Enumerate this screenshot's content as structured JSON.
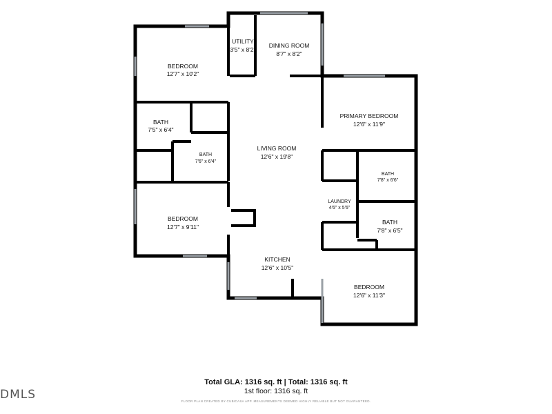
{
  "rooms": {
    "utility": {
      "name": "UTILITY",
      "dim": "3'5\" x 8'2\""
    },
    "dining_room": {
      "name": "DINING ROOM",
      "dim": "8'7\" x 8'2\""
    },
    "bedroom_1": {
      "name": "BEDROOM",
      "dim": "12'7\" x 10'2\""
    },
    "bath_1": {
      "name": "BATH",
      "dim": "7'5\" x 6'4\""
    },
    "bath_2": {
      "name": "BATH",
      "dim": "7'6\" x 6'4\""
    },
    "living_room": {
      "name": "LIVING ROOM",
      "dim": "12'6\" x 19'8\""
    },
    "primary_bedroom": {
      "name": "PRIMARY BEDROOM",
      "dim": "12'6\" x 11'9\""
    },
    "bath_3": {
      "name": "BATH",
      "dim": "7'8\" x 6'6\""
    },
    "laundry": {
      "name": "LAUNDRY",
      "dim": "4'6\" x 5'6\""
    },
    "bath_4": {
      "name": "BATH",
      "dim": "7'8\" x 6'5\""
    },
    "bedroom_2": {
      "name": "BEDROOM",
      "dim": "12'7\" x 9'11\""
    },
    "kitchen": {
      "name": "KITCHEN",
      "dim": "12'6\" x 10'5\""
    },
    "bedroom_3": {
      "name": "BEDROOM",
      "dim": "12'6\" x 11'3\""
    }
  },
  "footer": {
    "gla": "Total GLA: 1316 sq. ft | Total: 1316 sq. ft",
    "floor": "1st floor: 1316 sq. ft",
    "disclaimer": "FLOOR PLAN CREATED BY CUBICASA APP. MEASUREMENTS DEEMED HIGHLY RELIABLE BUT NOT GUARANTEED."
  },
  "watermark": "DMLS",
  "colors": {
    "wall": "#000000",
    "window": "#9aa0a6",
    "background": "#ffffff"
  }
}
